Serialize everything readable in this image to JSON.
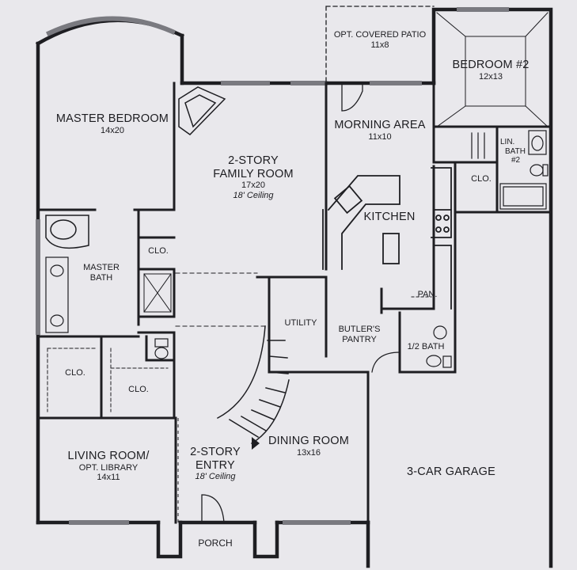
{
  "rooms": {
    "master_bedroom": {
      "name": "MASTER BEDROOM",
      "dims": "14x20"
    },
    "family_room": {
      "name_line1": "2-STORY",
      "name_line2": "FAMILY ROOM",
      "dims": "17x20",
      "ceiling": "18' Ceiling"
    },
    "patio": {
      "name": "OPT. COVERED PATIO",
      "dims": "11x8"
    },
    "morning_area": {
      "name": "MORNING AREA",
      "dims": "11x10"
    },
    "bedroom2": {
      "name": "BEDROOM #2",
      "dims": "12x13"
    },
    "lin_bath": {
      "line1": "LIN.",
      "line2": "BATH",
      "line3": "#2"
    },
    "clo_bed2": "CLO.",
    "kitchen": {
      "name": "KITCHEN"
    },
    "master_bath": {
      "line1": "MASTER",
      "line2": "BATH"
    },
    "clo_master_bath": "CLO.",
    "clo_left": "CLO.",
    "clo_right": "CLO.",
    "utility": {
      "name": "UTILITY"
    },
    "pan": {
      "name": "PAN."
    },
    "butlers_pantry": {
      "line1": "BUTLER'S",
      "line2": "PANTRY"
    },
    "half_bath": {
      "name": "1/2 BATH"
    },
    "living_room": {
      "name_line1": "LIVING ROOM/",
      "name_line2": "OPT. LIBRARY",
      "dims": "14x11"
    },
    "entry": {
      "name_line1": "2-STORY",
      "name_line2": "ENTRY",
      "ceiling": "18' Ceiling"
    },
    "dining_room": {
      "name": "DINING ROOM",
      "dims": "13x16"
    },
    "garage": {
      "name": "3-CAR GARAGE"
    },
    "porch": {
      "name": "PORCH"
    }
  }
}
